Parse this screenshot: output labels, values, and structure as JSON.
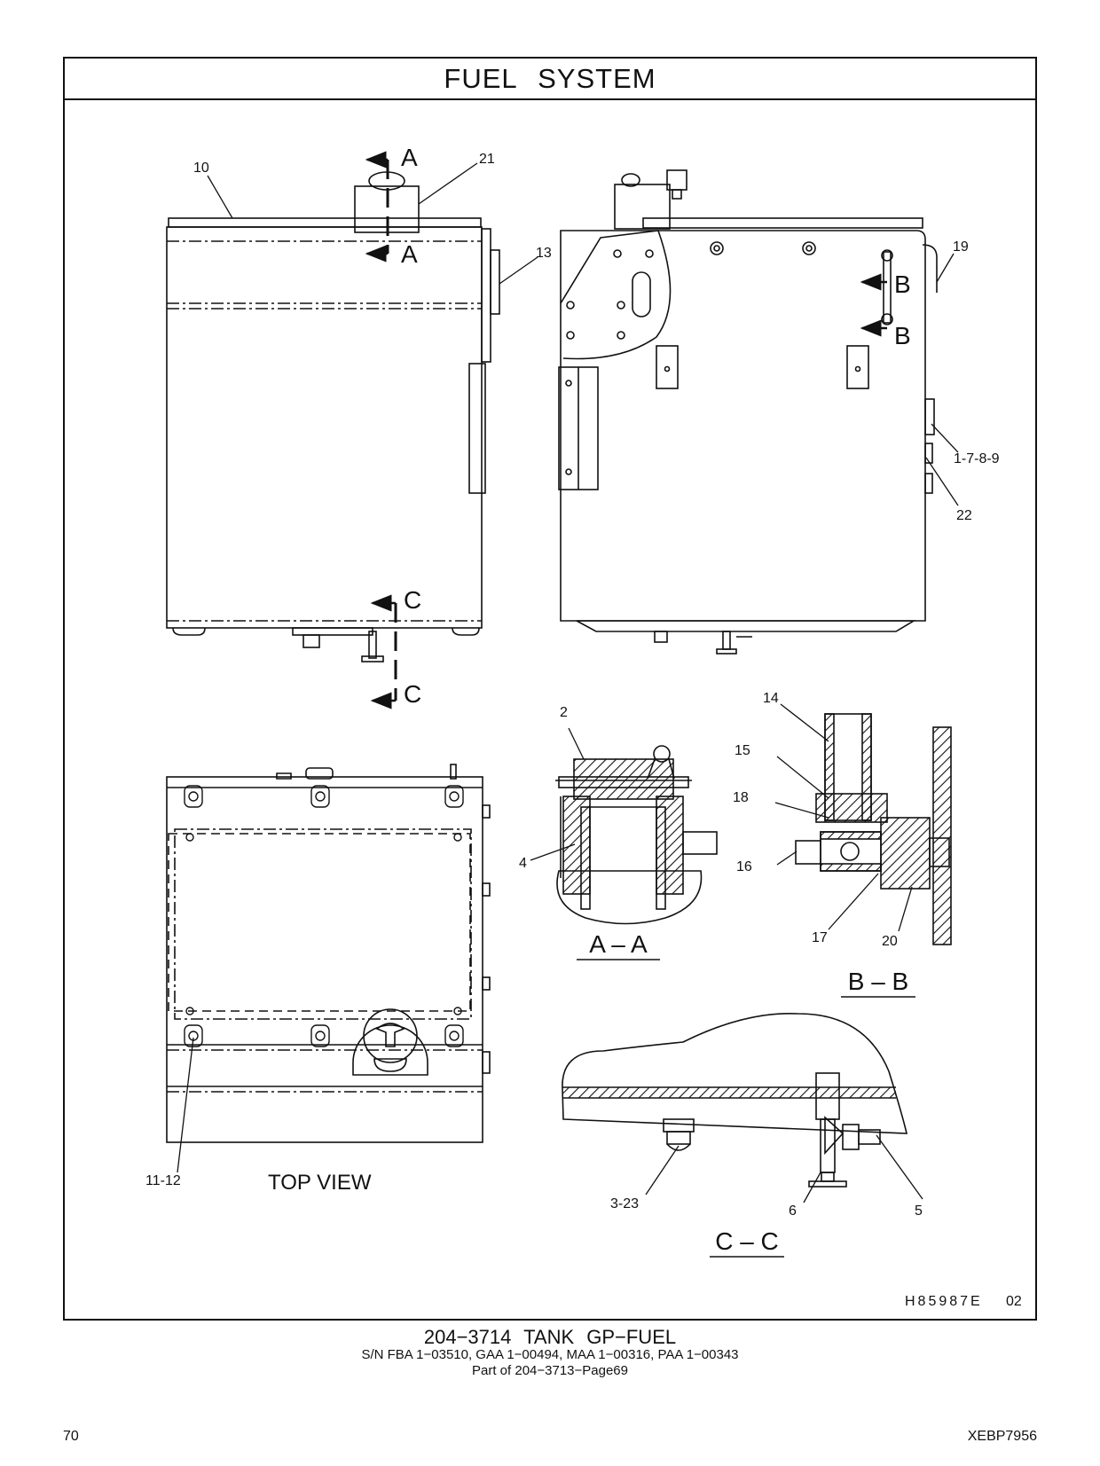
{
  "page": {
    "title": "FUEL SYSTEM",
    "drawing_id": "H85987E",
    "drawing_rev": "02",
    "caption_title": "204−3714  TANK GP−FUEL",
    "caption_serials": "S/N FBA 1−03510, GAA 1−00494, MAA 1−00316, PAA 1−00343",
    "caption_part_of": "Part of 204−3713−Page69",
    "page_number": "70",
    "document_id": "XEBP7956"
  },
  "views": {
    "top_view": "TOP VIEW",
    "section_a": "A – A",
    "section_b": "B – B",
    "section_c": "C – C"
  },
  "section_markers": {
    "a": "A",
    "b": "B",
    "c": "C"
  },
  "callouts": {
    "c10": "10",
    "c21": "21",
    "c13": "13",
    "c19": "19",
    "c1789": "1-7-8-9",
    "c22": "22",
    "c2": "2",
    "c4": "4",
    "c14": "14",
    "c15": "15",
    "c18": "18",
    "c16": "16",
    "c17": "17",
    "c20": "20",
    "c1112": "11-12",
    "c323": "3-23",
    "c6": "6",
    "c5": "5"
  }
}
